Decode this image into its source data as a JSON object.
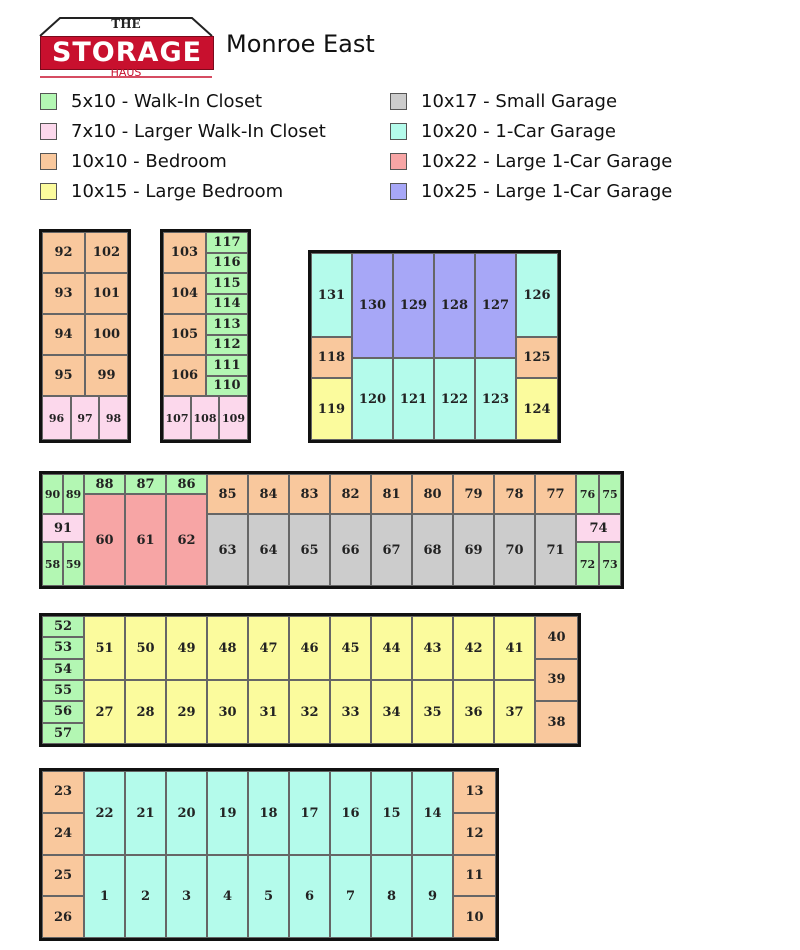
{
  "header": {
    "logo_top": "THE",
    "logo_main": "STORAGE",
    "logo_bottom": "HAUS",
    "site_name": "Monroe East"
  },
  "colors": {
    "closet": "#b3f7b3",
    "large_closet": "#fcd8ec",
    "bedroom": "#f9c89d",
    "large_bedroom": "#fbfb9d",
    "small_garage": "#cccccc",
    "garage": "#b4fbeb",
    "large_garage_22": "#f7a5a5",
    "large_garage_25": "#a7a7f7"
  },
  "legend": [
    {
      "type": "closet",
      "label": "5x10 - Walk-In Closet"
    },
    {
      "type": "large_closet",
      "label": "7x10 - Larger Walk-In Closet"
    },
    {
      "type": "bedroom",
      "label": "10x10 - Bedroom"
    },
    {
      "type": "large_bedroom",
      "label": "10x15 - Large Bedroom"
    },
    {
      "type": "small_garage",
      "label": "10x17 - Small Garage"
    },
    {
      "type": "garage",
      "label": "10x20 - 1-Car Garage"
    },
    {
      "type": "large_garage_22",
      "label": "10x22 - Large 1-Car Garage"
    },
    {
      "type": "large_garage_25",
      "label": "10x25 - Large 1-Car Garage"
    }
  ],
  "buildings": [
    {
      "id": "A",
      "units": [
        {
          "n": "92",
          "t": "bedroom"
        },
        {
          "n": "102",
          "t": "bedroom"
        },
        {
          "n": "93",
          "t": "bedroom"
        },
        {
          "n": "101",
          "t": "bedroom"
        },
        {
          "n": "94",
          "t": "bedroom"
        },
        {
          "n": "100",
          "t": "bedroom"
        },
        {
          "n": "95",
          "t": "bedroom"
        },
        {
          "n": "99",
          "t": "bedroom"
        },
        {
          "n": "96",
          "t": "large_closet"
        },
        {
          "n": "97",
          "t": "large_closet"
        },
        {
          "n": "98",
          "t": "large_closet"
        }
      ]
    },
    {
      "id": "B",
      "units": [
        {
          "n": "103",
          "t": "bedroom"
        },
        {
          "n": "104",
          "t": "bedroom"
        },
        {
          "n": "105",
          "t": "bedroom"
        },
        {
          "n": "106",
          "t": "bedroom"
        },
        {
          "n": "117",
          "t": "closet"
        },
        {
          "n": "116",
          "t": "closet"
        },
        {
          "n": "115",
          "t": "closet"
        },
        {
          "n": "114",
          "t": "closet"
        },
        {
          "n": "113",
          "t": "closet"
        },
        {
          "n": "112",
          "t": "closet"
        },
        {
          "n": "111",
          "t": "closet"
        },
        {
          "n": "110",
          "t": "closet"
        },
        {
          "n": "107",
          "t": "large_closet"
        },
        {
          "n": "108",
          "t": "large_closet"
        },
        {
          "n": "109",
          "t": "large_closet"
        }
      ]
    },
    {
      "id": "C",
      "units": [
        {
          "n": "131",
          "t": "garage"
        },
        {
          "n": "130",
          "t": "large_garage_25"
        },
        {
          "n": "129",
          "t": "large_garage_25"
        },
        {
          "n": "128",
          "t": "large_garage_25"
        },
        {
          "n": "127",
          "t": "large_garage_25"
        },
        {
          "n": "126",
          "t": "garage"
        },
        {
          "n": "118",
          "t": "bedroom"
        },
        {
          "n": "125",
          "t": "bedroom"
        },
        {
          "n": "119",
          "t": "large_bedroom"
        },
        {
          "n": "120",
          "t": "garage"
        },
        {
          "n": "121",
          "t": "garage"
        },
        {
          "n": "122",
          "t": "garage"
        },
        {
          "n": "123",
          "t": "garage"
        },
        {
          "n": "124",
          "t": "large_bedroom"
        }
      ]
    },
    {
      "id": "D",
      "units": [
        {
          "n": "90",
          "t": "closet"
        },
        {
          "n": "89",
          "t": "closet"
        },
        {
          "n": "91",
          "t": "large_closet"
        },
        {
          "n": "58",
          "t": "closet"
        },
        {
          "n": "59",
          "t": "closet"
        },
        {
          "n": "88",
          "t": "closet"
        },
        {
          "n": "87",
          "t": "closet"
        },
        {
          "n": "86",
          "t": "closet"
        },
        {
          "n": "60",
          "t": "large_garage_22"
        },
        {
          "n": "61",
          "t": "large_garage_22"
        },
        {
          "n": "62",
          "t": "large_garage_22"
        },
        {
          "n": "85",
          "t": "bedroom"
        },
        {
          "n": "84",
          "t": "bedroom"
        },
        {
          "n": "83",
          "t": "bedroom"
        },
        {
          "n": "82",
          "t": "bedroom"
        },
        {
          "n": "81",
          "t": "bedroom"
        },
        {
          "n": "80",
          "t": "bedroom"
        },
        {
          "n": "79",
          "t": "bedroom"
        },
        {
          "n": "78",
          "t": "bedroom"
        },
        {
          "n": "77",
          "t": "bedroom"
        },
        {
          "n": "63",
          "t": "small_garage"
        },
        {
          "n": "64",
          "t": "small_garage"
        },
        {
          "n": "65",
          "t": "small_garage"
        },
        {
          "n": "66",
          "t": "small_garage"
        },
        {
          "n": "67",
          "t": "small_garage"
        },
        {
          "n": "68",
          "t": "small_garage"
        },
        {
          "n": "69",
          "t": "small_garage"
        },
        {
          "n": "70",
          "t": "small_garage"
        },
        {
          "n": "71",
          "t": "small_garage"
        },
        {
          "n": "76",
          "t": "closet"
        },
        {
          "n": "75",
          "t": "closet"
        },
        {
          "n": "74",
          "t": "large_closet"
        },
        {
          "n": "72",
          "t": "closet"
        },
        {
          "n": "73",
          "t": "closet"
        }
      ]
    },
    {
      "id": "E",
      "units": [
        {
          "n": "52",
          "t": "closet"
        },
        {
          "n": "53",
          "t": "closet"
        },
        {
          "n": "54",
          "t": "closet"
        },
        {
          "n": "55",
          "t": "closet"
        },
        {
          "n": "56",
          "t": "closet"
        },
        {
          "n": "57",
          "t": "closet"
        },
        {
          "n": "51",
          "t": "large_bedroom"
        },
        {
          "n": "50",
          "t": "large_bedroom"
        },
        {
          "n": "49",
          "t": "large_bedroom"
        },
        {
          "n": "48",
          "t": "large_bedroom"
        },
        {
          "n": "47",
          "t": "large_bedroom"
        },
        {
          "n": "46",
          "t": "large_bedroom"
        },
        {
          "n": "45",
          "t": "large_bedroom"
        },
        {
          "n": "44",
          "t": "large_bedroom"
        },
        {
          "n": "43",
          "t": "large_bedroom"
        },
        {
          "n": "42",
          "t": "large_bedroom"
        },
        {
          "n": "41",
          "t": "large_bedroom"
        },
        {
          "n": "27",
          "t": "large_bedroom"
        },
        {
          "n": "28",
          "t": "large_bedroom"
        },
        {
          "n": "29",
          "t": "large_bedroom"
        },
        {
          "n": "30",
          "t": "large_bedroom"
        },
        {
          "n": "31",
          "t": "large_bedroom"
        },
        {
          "n": "32",
          "t": "large_bedroom"
        },
        {
          "n": "33",
          "t": "large_bedroom"
        },
        {
          "n": "34",
          "t": "large_bedroom"
        },
        {
          "n": "35",
          "t": "large_bedroom"
        },
        {
          "n": "36",
          "t": "large_bedroom"
        },
        {
          "n": "37",
          "t": "large_bedroom"
        },
        {
          "n": "40",
          "t": "bedroom"
        },
        {
          "n": "39",
          "t": "bedroom"
        },
        {
          "n": "38",
          "t": "bedroom"
        }
      ]
    },
    {
      "id": "F",
      "units": [
        {
          "n": "23",
          "t": "bedroom"
        },
        {
          "n": "24",
          "t": "bedroom"
        },
        {
          "n": "25",
          "t": "bedroom"
        },
        {
          "n": "26",
          "t": "bedroom"
        },
        {
          "n": "22",
          "t": "garage"
        },
        {
          "n": "21",
          "t": "garage"
        },
        {
          "n": "20",
          "t": "garage"
        },
        {
          "n": "19",
          "t": "garage"
        },
        {
          "n": "18",
          "t": "garage"
        },
        {
          "n": "17",
          "t": "garage"
        },
        {
          "n": "16",
          "t": "garage"
        },
        {
          "n": "15",
          "t": "garage"
        },
        {
          "n": "14",
          "t": "garage"
        },
        {
          "n": "1",
          "t": "garage"
        },
        {
          "n": "2",
          "t": "garage"
        },
        {
          "n": "3",
          "t": "garage"
        },
        {
          "n": "4",
          "t": "garage"
        },
        {
          "n": "5",
          "t": "garage"
        },
        {
          "n": "6",
          "t": "garage"
        },
        {
          "n": "7",
          "t": "garage"
        },
        {
          "n": "8",
          "t": "garage"
        },
        {
          "n": "9",
          "t": "garage"
        },
        {
          "n": "13",
          "t": "bedroom"
        },
        {
          "n": "12",
          "t": "bedroom"
        },
        {
          "n": "11",
          "t": "bedroom"
        },
        {
          "n": "10",
          "t": "bedroom"
        }
      ]
    }
  ]
}
